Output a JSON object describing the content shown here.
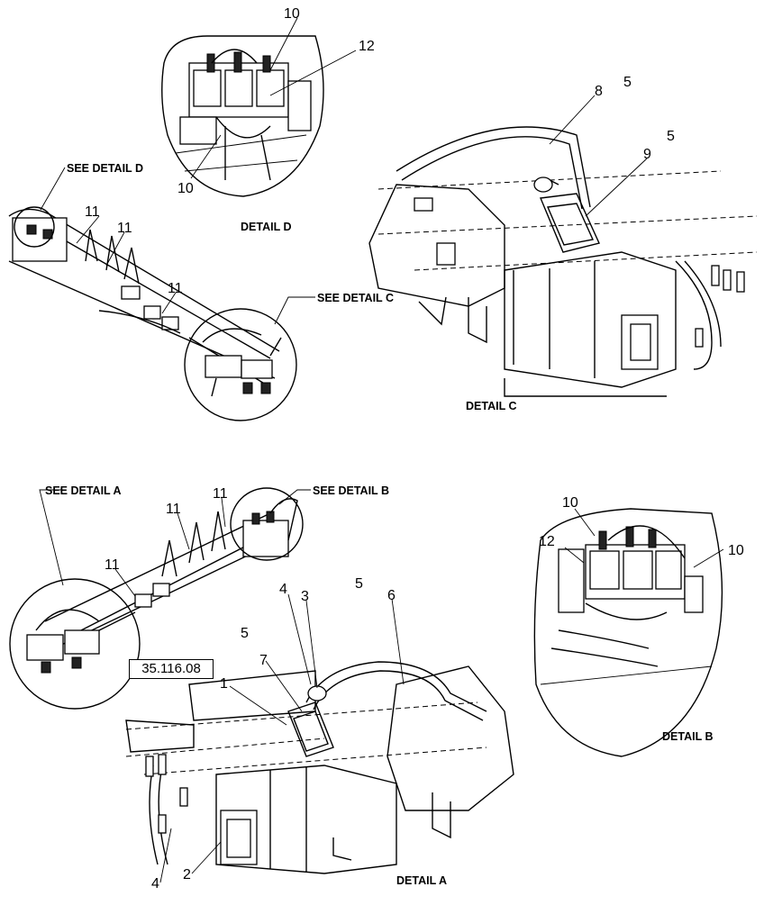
{
  "captions": {
    "detail_d": "DETAIL  D",
    "detail_c": "DETAIL  C",
    "detail_b": "DETAIL  B",
    "detail_a": "DETAIL  A",
    "see_detail_d": "SEE DETAIL  D",
    "see_detail_c": "SEE DETAIL  C",
    "see_detail_a": "SEE DETAIL  A",
    "see_detail_b": "SEE DETAIL  B"
  },
  "reference_box": "35.116.08",
  "callouts": {
    "d_top_10": "10",
    "d_12": "12",
    "d_bottom_10": "10",
    "c_8": "8",
    "c_5a": "5",
    "c_5b": "5",
    "c_9": "9",
    "upper_11a": "11",
    "upper_11b": "11",
    "upper_11c": "11",
    "lower_11a": "11",
    "lower_11b": "11",
    "lower_11c": "11",
    "b_10a": "10",
    "b_12": "12",
    "b_10b": "10",
    "a_4top": "4",
    "a_3": "3",
    "a_5a": "5",
    "a_6": "6",
    "a_5b": "5",
    "a_7": "7",
    "a_1": "1",
    "a_4bottom": "4",
    "a_2": "2"
  }
}
